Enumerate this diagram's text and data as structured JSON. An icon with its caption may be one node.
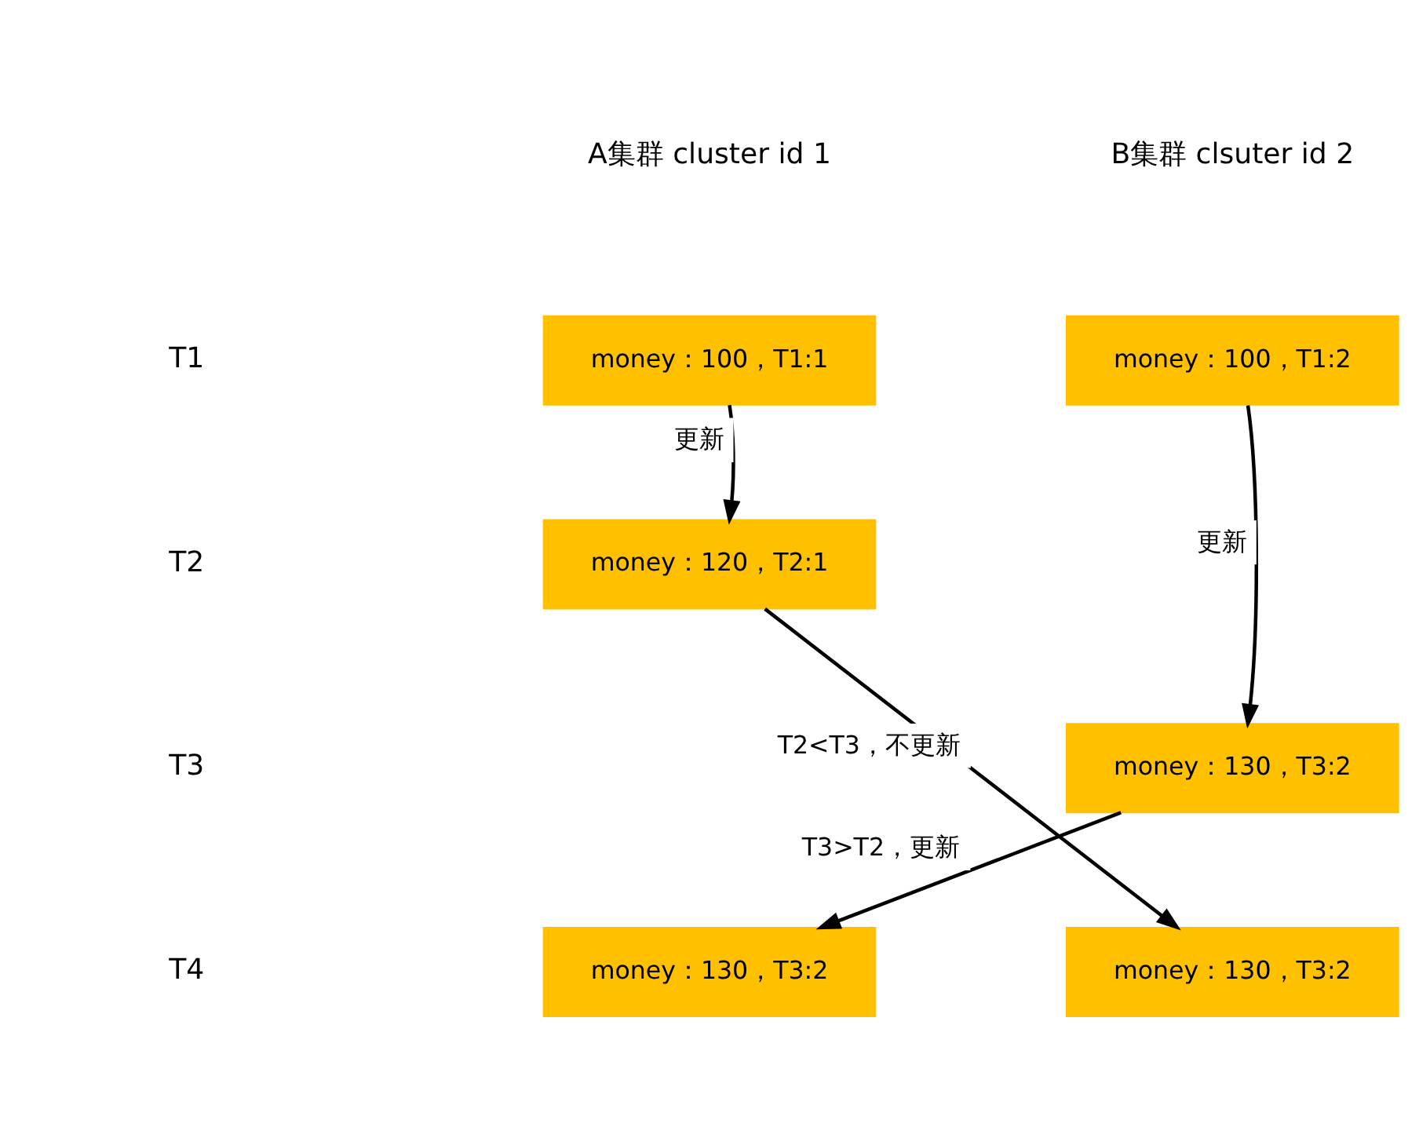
{
  "diagram": {
    "nodes": [
      {
        "text": [
          "money：100，T1:1"
        ]
      },
      {
        "text": [
          "money：100，T1:2"
        ]
      },
      {
        "text": [
          "money：120，T2:1"
        ]
      },
      {
        "text": [
          "money：130，T3:2"
        ]
      },
      {
        "text": [
          "money：130，T3:2"
        ]
      },
      {
        "text": [
          "money：130，T3:2"
        ]
      }
    ],
    "edges": [
      {
        "from": 0,
        "to": 2,
        "arrow": "to",
        "label": "更新"
      },
      {
        "from": 1,
        "to": 3,
        "arrow": "to",
        "label": "更新"
      },
      {
        "from": 3,
        "to": 4,
        "arrow": "to",
        "label": "T3>T2，更新"
      },
      {
        "from": 2,
        "to": 5,
        "arrow": "to",
        "label": "T2<T3，不更新"
      }
    ],
    "labels": [
      "A集群 cluster id 1",
      "B集群 clsuter id 2",
      "T1",
      "T2",
      "T3",
      "T4"
    ]
  }
}
